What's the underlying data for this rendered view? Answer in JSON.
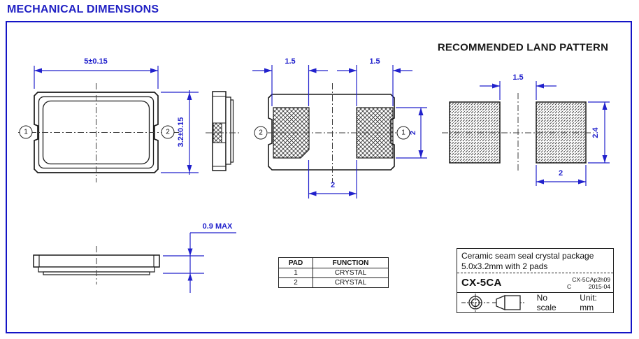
{
  "page": {
    "title": "MECHANICAL DIMENSIONS"
  },
  "colors": {
    "accent_blue": "#2121CC",
    "frame_blue": "#1414C6",
    "line_black": "#1A1A1A"
  },
  "top_view": {
    "width_dim": "5±0.15",
    "height_dim": "3.2±0.15",
    "pin_left": "1",
    "pin_right": "2"
  },
  "bottom_view": {
    "pad_width_left_dim": "1.5",
    "pad_width_right_dim": "1.5",
    "pad_height_dim": "2",
    "pad_gap_dim": "2",
    "pin_left": "2",
    "pin_right": "1"
  },
  "profile_view": {
    "height_dim": "0.9 MAX"
  },
  "land_pattern": {
    "title": "RECOMMENDED LAND PATTERN",
    "gap_dim": "1.5",
    "pad_height_dim": "2.4",
    "pad_width_dim": "2"
  },
  "pad_table": {
    "headers": {
      "pad": "PAD",
      "function": "FUNCTION"
    },
    "rows": [
      {
        "pad": "1",
        "function": "CRYSTAL"
      },
      {
        "pad": "2",
        "function": "CRYSTAL"
      }
    ]
  },
  "title_block": {
    "description_line1": "Ceramic seam seal crystal package",
    "description_line2": "5.0x3.2mm with 2 pads",
    "part_number": "CX-5CA",
    "doc_number": "CX-5CAp2h09",
    "revision": "C",
    "date": "2015-04",
    "scale_note": "No scale",
    "unit_note": "Unit: mm"
  }
}
